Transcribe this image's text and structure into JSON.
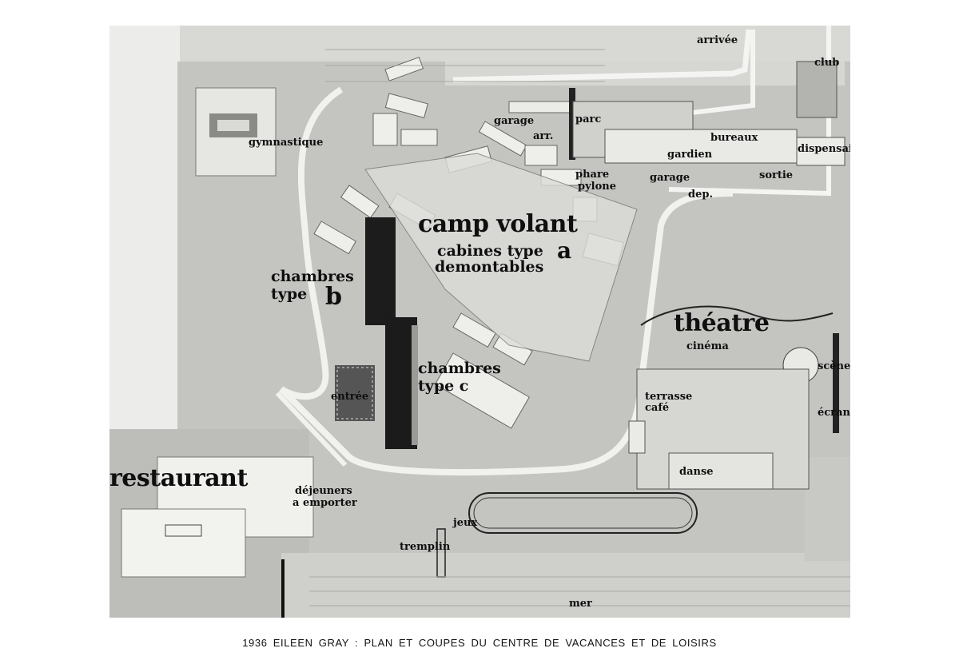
{
  "caption": "1936 EILEEN GRAY : PLAN  ET  COUPES  DU  CENTRE  DE  VACANCES  ET  DE  LOISIRS",
  "labels": {
    "arrivee": "arrivée",
    "club": "club",
    "gymnastique": "gymnastique",
    "garage": "garage",
    "arr": "arr.",
    "parc": "parc",
    "bureaux": "bureaux",
    "dispensaire": "dispensai",
    "gardien": "gardien",
    "phare": "phare",
    "pylone": "pylone",
    "garage2": "garage",
    "dep": "dep.",
    "sortie": "sortie",
    "camp_volant": "camp volant",
    "cabines_line1": "cabines type",
    "cabines_a": "a",
    "cabines_line2": "demontables",
    "chambres_b_line1": "chambres",
    "chambres_b_line2": "type",
    "chambres_b_letter": "b",
    "theatre": "théatre",
    "cinema": "cinéma",
    "scene": "scène",
    "ecran": "écran",
    "chambres_c_line1": "chambres",
    "chambres_c_line2": "type c",
    "entree": "entrée",
    "terrasse": "terrasse",
    "cafe": "café",
    "restaurant": "restaurant",
    "dejeuners": "déjeuners",
    "a_emporter": "a emporter",
    "danse": "danse",
    "jeux": "jeux",
    "tremplin": "tremplin",
    "mer": "mer"
  }
}
